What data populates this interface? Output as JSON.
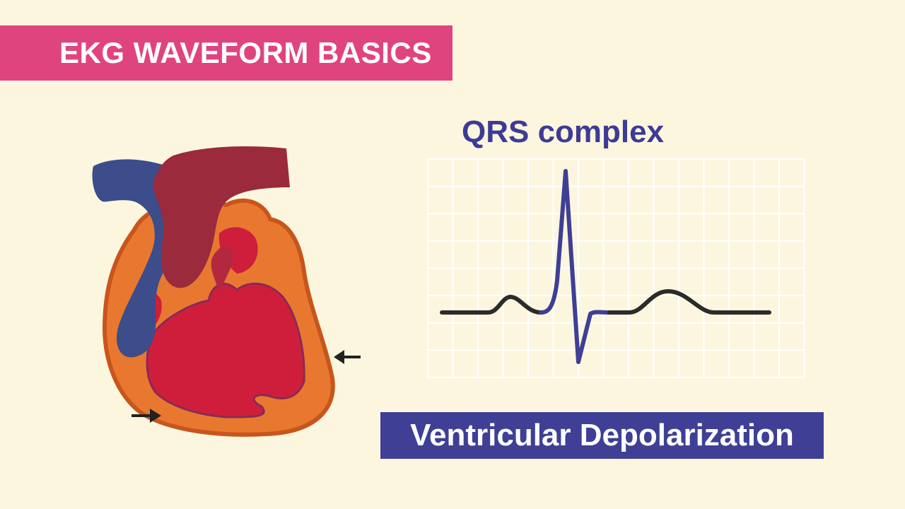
{
  "header": {
    "title": "EKG WAVEFORM BASICS"
  },
  "waveform": {
    "label": "QRS complex"
  },
  "caption": {
    "text": "Ventricular Depolarization"
  },
  "colors": {
    "banner": "#e0447f",
    "background": "#fdf6df",
    "accent_blue": "#3e3f95",
    "baseline": "#2b2b2b",
    "heart_outer": "#e8782f",
    "heart_inner": "#cf1e3c",
    "artery": "#9a2a3c",
    "vein": "#3d4c8a"
  },
  "icons": [
    "heart-illustration",
    "arrow-right-icon",
    "arrow-left-icon"
  ]
}
